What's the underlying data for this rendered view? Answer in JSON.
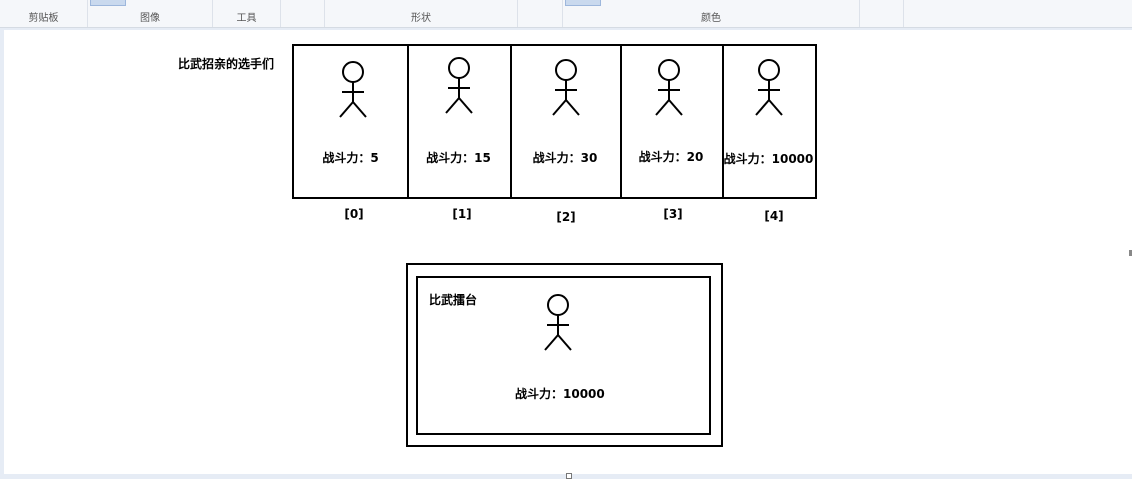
{
  "ribbon": {
    "groups": [
      {
        "label": "剪贴板"
      },
      {
        "label": "图像"
      },
      {
        "label": "工具"
      },
      {
        "label": "形状"
      },
      {
        "label": "颜色"
      }
    ]
  },
  "diagram": {
    "lane_title": "比武招亲的选手们",
    "players": [
      {
        "index": "[0]",
        "power": "战斗力：5"
      },
      {
        "index": "[1]",
        "power": "战斗力：15"
      },
      {
        "index": "[2]",
        "power": "战斗力：30"
      },
      {
        "index": "[3]",
        "power": "战斗力：20"
      },
      {
        "index": "[4]",
        "power": "战斗力：10000"
      }
    ],
    "arena": {
      "title": "比武擂台",
      "power": "战斗力：10000"
    }
  }
}
